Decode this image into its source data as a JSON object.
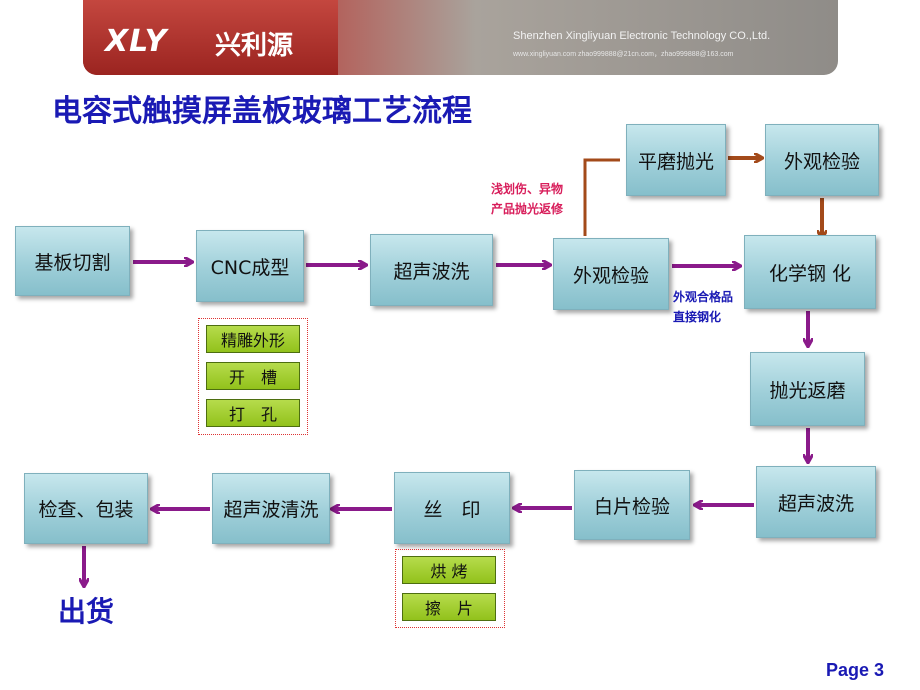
{
  "banner": {
    "logo_latin": "XLY",
    "logo_chinese": "兴利源",
    "company": "Shenzhen Xingliyuan Electronic Technology CO.,Ltd.",
    "contact": "www.xingliyuan.com    zhao999888@21cn.com，zhao999888@163.com"
  },
  "title": "电容式触摸屏盖板玻璃工艺流程",
  "steps": {
    "cutting": "基板切割",
    "cnc": "CNC成型",
    "ultrasonic_wash_1": "超声波洗",
    "inspection_1": "外观检验",
    "flat_polish": "平磨抛光",
    "inspection_2": "外观检验",
    "tempering": "化学钢 化",
    "polish_return": "抛光返磨",
    "ultrasonic_wash_2": "超声波洗",
    "white_inspection": "白片检验",
    "silk_print": "丝　印",
    "ultrasonic_clean": "超声波清洗",
    "check_pack": "检查、包装"
  },
  "cnc_substeps": [
    "精雕外形",
    "开　槽",
    "打　孔"
  ],
  "print_substeps": [
    "烘 烤",
    "擦　片"
  ],
  "notes": {
    "defect_line1": "浅划伤、异物",
    "defect_line2": "产品抛光返修",
    "pass_line1": "外观合格品",
    "pass_line2": "直接钢化"
  },
  "ship": "出货",
  "page_label": "Page 3",
  "colors": {
    "arrow_main": "#8a1a8a",
    "arrow_branch": "#a34a1a",
    "title": "#1a1ab4",
    "note_red": "#d81e5b"
  }
}
